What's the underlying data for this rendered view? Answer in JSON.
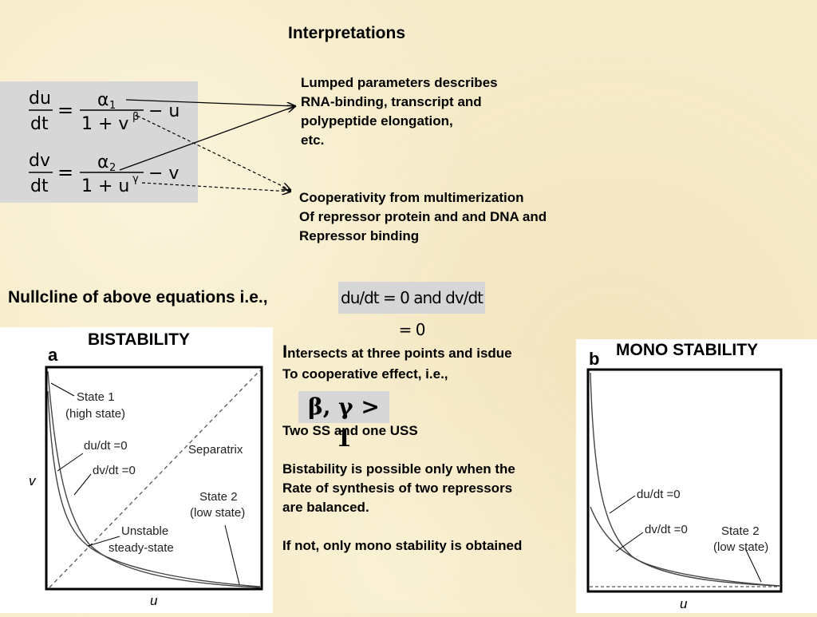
{
  "heading": "Interpretations",
  "equations": {
    "eq1": {
      "lhs_num": "du",
      "lhs_den": "dt",
      "coef": "α",
      "coef_sub": "1",
      "den_prefix": "1 + v",
      "den_exp": "β",
      "tail": "− u"
    },
    "eq2": {
      "lhs_num": "dv",
      "lhs_den": "dt",
      "coef": "α",
      "coef_sub": "2",
      "den_prefix": "1 + u",
      "den_exp": "γ",
      "tail": "− v"
    },
    "equals": "="
  },
  "note1": [
    "Lumped parameters describes",
    "RNA-binding, transcript and",
    "polypeptide elongation,",
    "etc."
  ],
  "note2": [
    "Cooperativity from multimerization",
    "Of repressor protein and and DNA and",
    "Repressor binding"
  ],
  "nullcline_text": "Nullcline of above equations i.e.,",
  "nullcline_eq": "du/dt = 0 and dv/dt = 0",
  "bistability": {
    "title": "BISTABILITY",
    "panel_letter": "a",
    "ylabel": "v",
    "xlabel": "u",
    "labels": {
      "state1_a": "State 1",
      "state1_b": "(high state)",
      "dudt": "du/dt =0",
      "dvdt": "dv/dt =0",
      "separatrix": "Separatrix",
      "state2_a": "State 2",
      "state2_b": "(low state)",
      "unstable_a": "Unstable",
      "unstable_b": "steady-state"
    }
  },
  "middle": {
    "first_letter": "I",
    "line1_rest": "ntersects at three points and isdue",
    "line2": "To cooperative effect, i.e.,",
    "beta_eq": "β, γ > 1",
    "ss_line": "Two SS and one USS",
    "bistab_lines": [
      "Bistability is possible only when the",
      "Rate of synthesis of two repressors",
      "are balanced."
    ],
    "mono_line": "If not, only mono stability is obtained"
  },
  "mono": {
    "title": "MONO STABILITY",
    "panel_letter": "b",
    "xlabel": "u",
    "labels": {
      "dudt": "du/dt =0",
      "dvdt": "dv/dt =0",
      "state2_a": "State 2",
      "state2_b": "(low state)"
    }
  }
}
